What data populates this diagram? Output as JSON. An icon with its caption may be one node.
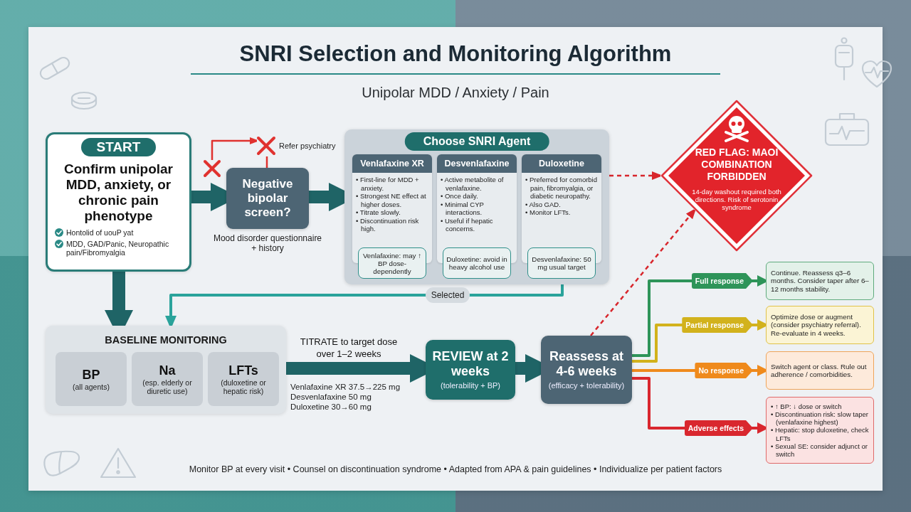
{
  "diagram": {
    "title": "SNRI Selection and Monitoring Algorithm",
    "caption": "Monitor BP at every visit • Counsel on discontinuation syndrome • Adapted from APA & pain guidelines • Individualize per patient factors",
    "nodes": [
      {
        "text": [
          "START",
          "Confirm unipolar MDD, anxiety, or chronic pain phenotype",
          "Hontolid of uouP yat",
          "MDD, GAD/Panic, Neuropathic pain/Fibromyalgia"
        ]
      },
      {
        "text": [
          "Negative bipolar screen?"
        ],
        "beside": [
          "Mood disorder questionnaire + history"
        ]
      },
      {
        "text": [
          "Refer psychiatry"
        ]
      },
      {
        "text": [],
        "shape": "cross"
      },
      {
        "text": [
          "Choose SNRI Agent"
        ]
      },
      {
        "text": [
          "Venlafaxine XR",
          "• First-line for MDD + anxiety.",
          "• Strongest NE effect at higher doses.",
          "• Titrate slowly.",
          "• Discontinuation risk high."
        ],
        "in": 4
      },
      {
        "text": [
          "Desvenlafaxine",
          "• Active metabolite of venlafaxine.",
          "• Once daily.",
          "• Minimal CYP interactions.",
          "• Useful if hepatic concerns."
        ],
        "in": 4
      },
      {
        "text": [
          "Duloxetine",
          "• Preferred for comorbid pain, fibromyalgia, or diabetic neuropathy.",
          "• Also GAD.",
          "• Monitor LFTs."
        ],
        "in": 4
      },
      {
        "text": [
          "Venlafaxine: may ↑ BP dose-dependently"
        ],
        "in": 4
      },
      {
        "text": [
          "Duloxetine: avoid in heavy alcohol use"
        ],
        "in": 4
      },
      {
        "text": [
          "Desvenlafaxine: 50 mg usual target"
        ],
        "in": 4
      },
      {
        "text": [
          "RED FLAG: MAOI COMBINATION FORBIDDEN",
          "14-day washout required both directions. Risk of serotonin syndrome"
        ]
      },
      {
        "text": [
          "BASELINE MONITORING"
        ]
      },
      {
        "text": [
          "BP",
          "(all agents)"
        ],
        "in": 12
      },
      {
        "text": [
          "Na",
          "(esp. elderly or diuretic use)"
        ],
        "in": 12
      },
      {
        "text": [
          "LFTs",
          "(duloxetine or hepatic risk)"
        ],
        "in": 12
      },
      {
        "text": [
          "REVIEW at 2 weeks",
          "(tolerability + BP)"
        ]
      },
      {
        "text": [
          "Reassess at 4-6 weeks",
          "(efficacy + tolerability)"
        ]
      },
      {
        "text": [
          "Continue. Reassess q3–6 months. Consider taper after 6–12 months stability."
        ]
      },
      {
        "text": [
          "Optimize dose or augment (consider psychiatry referral). Re-evaluate in 4 weeks."
        ]
      },
      {
        "text": [
          "Switch agent or class. Rule out adherence / comorbidities."
        ]
      },
      {
        "text": [
          "• ↑ BP: ↓ dose or switch",
          "• Discontinuation risk: slow taper (venlafaxine highest)",
          "• Hepatic: stop duloxetine, check LFTs",
          "• Sexual SE: consider adjunct or switch"
        ]
      }
    ],
    "edges": [
      {
        "from": 0,
        "to": 1,
        "arrow": "to",
        "style": "thick"
      },
      {
        "from": 1,
        "to": 4,
        "arrow": "to",
        "style": "thick"
      },
      {
        "from": 1,
        "to": 2,
        "arrow": "none",
        "color": "#e0322f"
      },
      {
        "from": 3,
        "to": 2,
        "arrow": "to",
        "color": "#e0322f"
      },
      {
        "from": 4,
        "to": 11,
        "arrow": "to",
        "style": "dashed",
        "color": "#d8262c"
      },
      {
        "from": 17,
        "to": 11,
        "arrow": "to",
        "style": "dashed",
        "color": "#d8262c"
      },
      {
        "from": 4,
        "to": 12,
        "arrow": "to",
        "label": "Selected",
        "color": "#2aa39b"
      },
      {
        "from": 0,
        "to": 12,
        "arrow": "to",
        "style": "thick"
      },
      {
        "from": 12,
        "to": 16,
        "arrow": "to",
        "style": "thick",
        "label": "TITRATE to target dose over 1–2 weeks"
      },
      {
        "from": 16,
        "to": 17,
        "arrow": "to",
        "style": "thick"
      },
      {
        "from": 17,
        "to": 18,
        "arrow": "to",
        "label": "Full response",
        "color": "#2e9459"
      },
      {
        "from": 17,
        "to": 19,
        "arrow": "to",
        "label": "Partial response",
        "color": "#d2b21c"
      },
      {
        "from": 17,
        "to": 20,
        "arrow": "to",
        "label": "No response",
        "color": "#ef8a1c"
      },
      {
        "from": 17,
        "to": 21,
        "arrow": "to",
        "label": "Adverse effects",
        "color": "#d9272e"
      }
    ],
    "labels": [
      "Unipolar MDD / Anxiety / Pain",
      "Venlafaxine XR 37.5→225 mg",
      "Desvenlafaxine 50 mg",
      "Duloxetine 30→60 mg"
    ]
  }
}
